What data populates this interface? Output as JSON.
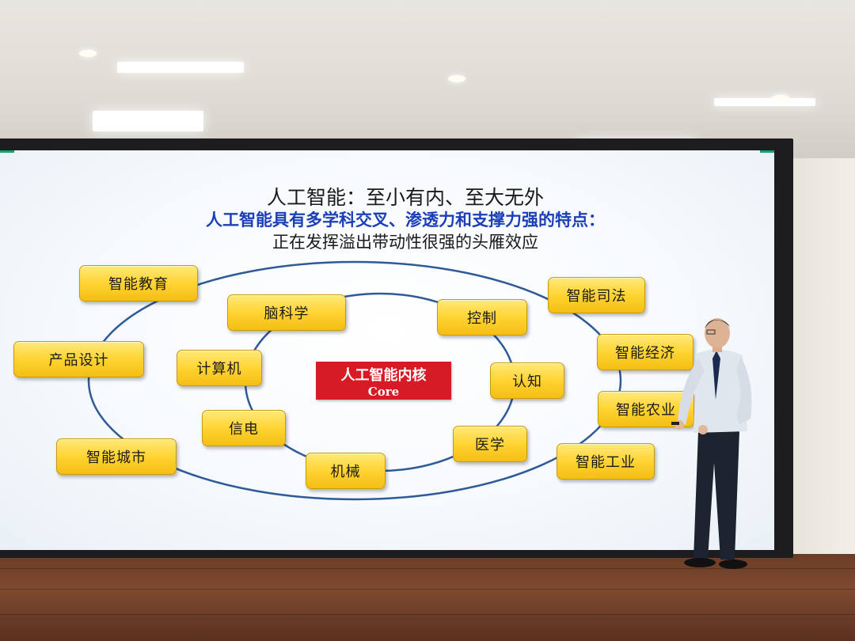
{
  "slide": {
    "title": "人工智能：至小有内、至大无外",
    "subtitle_line1": "人工智能具有多学科交叉、渗透力和支撑力强的特点：",
    "subtitle_line2": "正在发挥溢出带动性很强的头雁效应",
    "core": {
      "cn": "人工智能内核",
      "en": "Core"
    },
    "inner_ring": [
      "脑科学",
      "控制",
      "认知",
      "医学",
      "机械",
      "信电",
      "计算机"
    ],
    "outer_ring": [
      "智能教育",
      "智能司法",
      "智能经济",
      "智能农业",
      "智能工业",
      "智能城市",
      "产品设计"
    ]
  },
  "colors": {
    "pill_yellow": "#ffd433",
    "core_red": "#d71b26",
    "ring_blue": "#2e5a98",
    "subtitle_blue": "#1b3fb8"
  }
}
